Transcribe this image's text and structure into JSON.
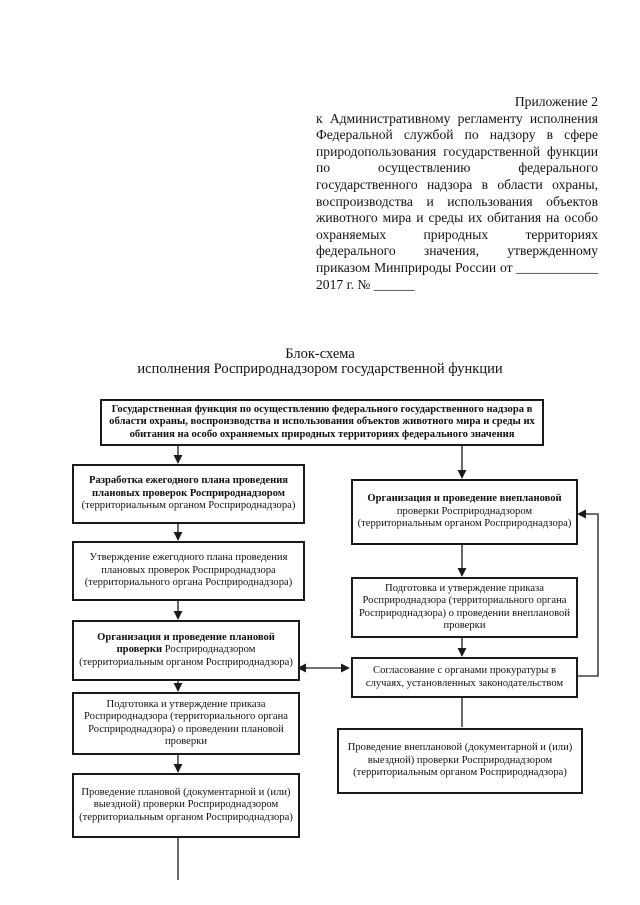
{
  "appendix": {
    "heading": "Приложение 2",
    "body": "к Административному регламенту исполнения Федеральной службой по надзору в сфере природопользования государственной функции по осуществлению федерального государственного надзора в области охраны, воспроизводства и использования объектов животного мира и среды их обитания на особо охраняемых природных территориях федерального значения, утвержденному приказом Минприроды России от ____________ 2017 г. № ______"
  },
  "chart": {
    "title_line1": "Блок-схема",
    "title_line2": "исполнения Росприроднадзором государственной функции"
  },
  "boxes": {
    "top": "Государственная функция по осуществлению федерального государственного надзора в области охраны, воспроизводства и использования объектов животного мира и среды их обитания на особо охраняемых природных территориях федерального значения",
    "plan_dev_bold": "Разработка ежегодного плана проведения плановых проверок Росприроднадзором",
    "plan_dev_rest": "(территориальным органом Росприроднадзора)",
    "plan_approve": "Утверждение ежегодного плана проведения плановых проверок Росприроднадзора (территориального органа Росприроднадзора)",
    "planned_org_bold": "Организация и проведение плановой проверки",
    "planned_org_rest": "Росприроднадзором (территориальным органом Росприроднадзора)",
    "planned_order": "Подготовка и утверждение приказа Росприроднадзора (территориального органа Росприроднадзора) о проведении плановой проверки",
    "planned_conduct": "Проведение плановой (документарной и (или) выездной) проверки Росприроднадзором (территориальным органом Росприроднадзора)",
    "unplanned_org_bold": "Организация и проведение внеплановой",
    "unplanned_org_rest": "проверки Росприроднадзором (территориальным органом Росприроднадзора)",
    "unplanned_order": "Подготовка и утверждение приказа Росприроднадзора (территориального органа Росприроднадзора) о проведении внеплановой проверки",
    "prosecutor": "Согласование с органами прокуратуры в случаях, установленных законодательством",
    "unplanned_conduct": "Проведение внеплановой (документарной и (или) выездной) проверки Росприроднадзором (территориальным органом Росприроднадзора)"
  }
}
